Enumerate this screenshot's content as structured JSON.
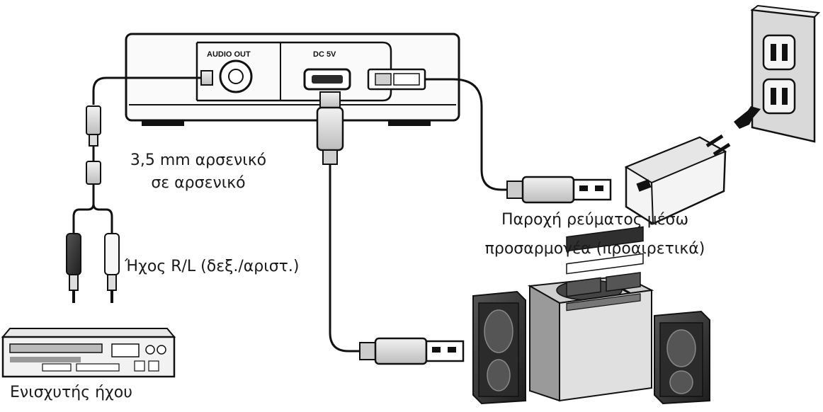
{
  "device": {
    "audio_out_label": "AUDIO OUT",
    "dc_label": "DC 5V"
  },
  "labels": {
    "cable_35mm_line1": "3,5 mm αρσενικό",
    "cable_35mm_line2": "σε αρσενικό",
    "audio_rl": "Ήχος R/L (δεξ./αριστ.)",
    "power_line1": "Παροχή ρεύματος μέσω",
    "power_line2": "προσαρμογέα (προαιρετικά)",
    "amplifier": "Ενισχυτής ήχου"
  },
  "colors": {
    "line": "#111111",
    "fill_light": "#f4f4f4",
    "fill_mid": "#d8d8d8",
    "fill_dark": "#3a3a3a"
  },
  "icons": [
    "audio-jack-icon",
    "usb-port-icon",
    "usb-plug-icon",
    "wall-outlet-icon",
    "power-adapter-icon",
    "amplifier-icon",
    "stereo-system-icon",
    "rca-plug-icon"
  ]
}
